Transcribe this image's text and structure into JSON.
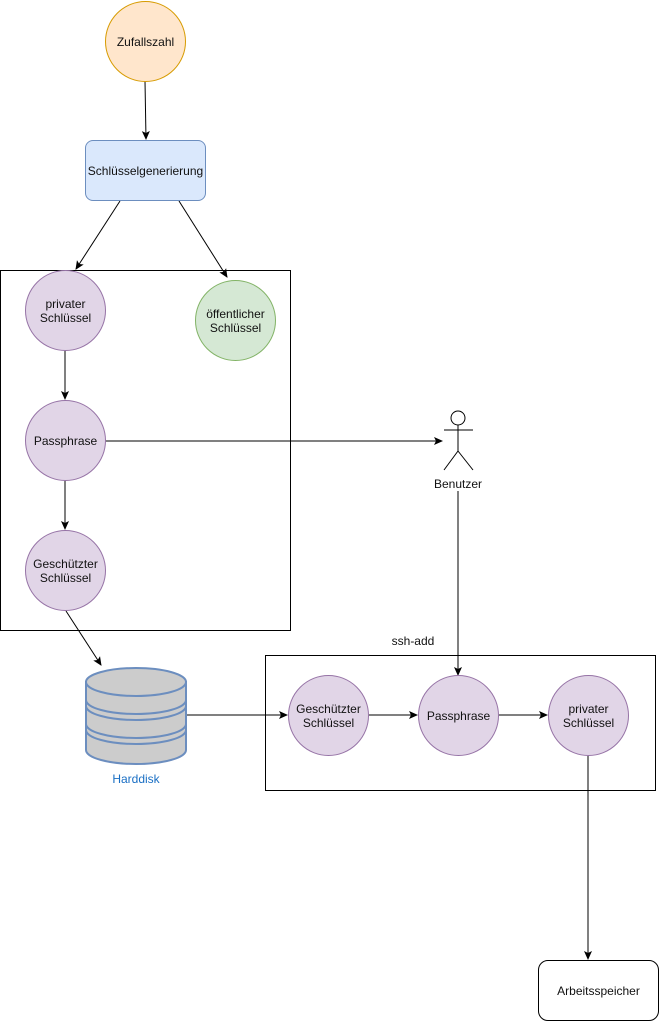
{
  "nodes": {
    "random": "Zufallszahl",
    "keygen": "Schlüsselgenerierung",
    "private_key_1": "privater\nSchlüssel",
    "public_key": "öffentlicher\nSchlüssel",
    "passphrase_1": "Passphrase",
    "protected_key_1": "Geschützter\nSchlüssel",
    "user": "Benutzer",
    "harddisk": "Harddisk",
    "ssh_add": "ssh-add",
    "protected_key_2": "Geschützter\nSchlüssel",
    "passphrase_2": "Passphrase",
    "private_key_2": "privater\nSchlüssel",
    "memory": "Arbeitsspeicher"
  },
  "colors": {
    "purple_fill": "#e1d5e7",
    "purple_stroke": "#9673a6",
    "orange_fill": "#ffe6cc",
    "orange_stroke": "#d79b00",
    "green_fill": "#d5e8d4",
    "green_stroke": "#82b366",
    "blue_fill": "#dae8fc",
    "blue_stroke": "#6c8ebf",
    "db_fill": "#cccccc",
    "db_stroke": "#6c8ebf",
    "harddisk_label": "#1a6fc4"
  }
}
